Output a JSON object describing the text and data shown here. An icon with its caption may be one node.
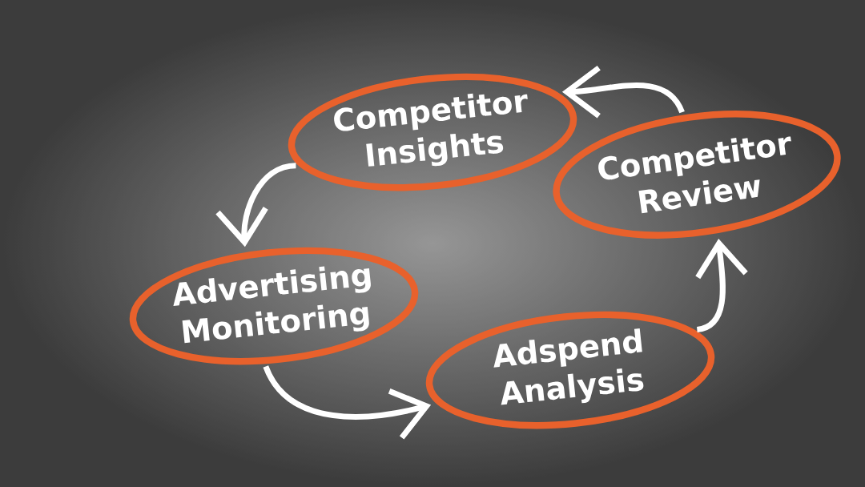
{
  "diagram": {
    "nodes": [
      {
        "text": [
          "Competitor Insights"
        ]
      },
      {
        "text": [
          "Competitor Review"
        ]
      },
      {
        "text": [
          "Adspend Analysis"
        ]
      },
      {
        "text": [
          "Advertising Monitoring"
        ]
      }
    ],
    "edges": [
      {
        "from": 1,
        "to": 0,
        "arrow": "to"
      },
      {
        "from": 0,
        "to": 3,
        "arrow": "to"
      },
      {
        "from": 3,
        "to": 2,
        "arrow": "to"
      },
      {
        "from": 2,
        "to": 1,
        "arrow": "to"
      }
    ]
  }
}
